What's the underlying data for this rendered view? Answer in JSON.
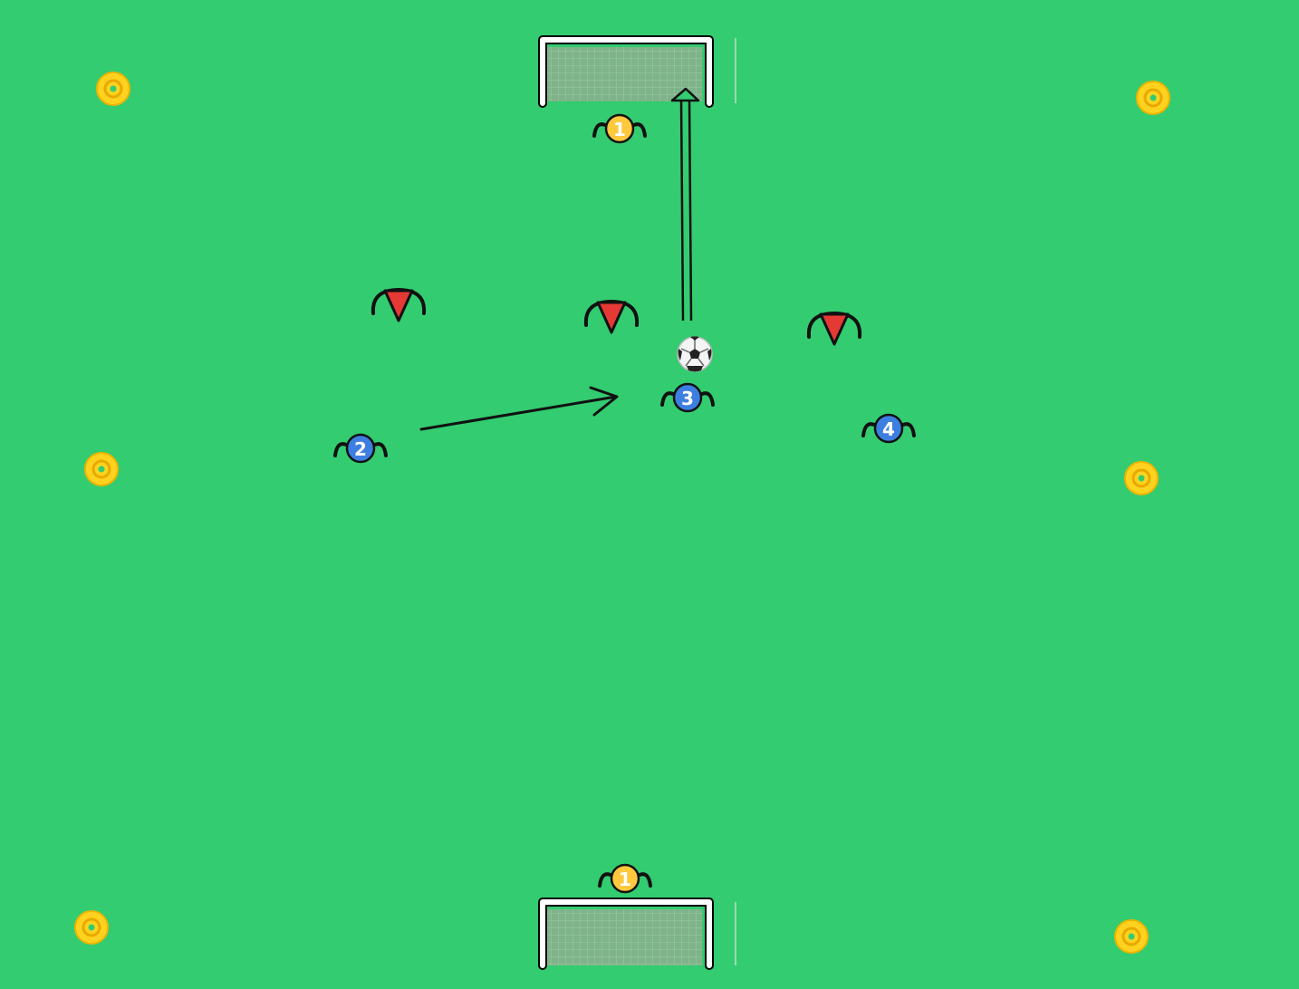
{
  "pitch_color": "#33cc70",
  "goals": [
    {
      "id": "top-goal",
      "side": "top"
    },
    {
      "id": "bottom-goal",
      "side": "bottom"
    }
  ],
  "cones": [
    {
      "id": "cone-top-left",
      "color": "#ffd21f"
    },
    {
      "id": "cone-top-right",
      "color": "#ffd21f"
    },
    {
      "id": "cone-mid-left",
      "color": "#ffd21f"
    },
    {
      "id": "cone-mid-right",
      "color": "#ffd21f"
    },
    {
      "id": "cone-bottom-left",
      "color": "#ffd21f"
    },
    {
      "id": "cone-bottom-right",
      "color": "#ffd21f"
    }
  ],
  "goalkeepers": [
    {
      "id": "goalkeeper-top",
      "number": "1",
      "color": "#ffc83d"
    },
    {
      "id": "goalkeeper-bottom",
      "number": "1",
      "color": "#ffc83d"
    }
  ],
  "defenders": [
    {
      "id": "defender-left",
      "color": "#e53935"
    },
    {
      "id": "defender-center",
      "color": "#e53935"
    },
    {
      "id": "defender-right",
      "color": "#e53935"
    }
  ],
  "attackers": [
    {
      "id": "attacker-2",
      "number": "2",
      "color": "#3d7fe0"
    },
    {
      "id": "attacker-3",
      "number": "3",
      "color": "#3d7fe0"
    },
    {
      "id": "attacker-4",
      "number": "4",
      "color": "#3d7fe0"
    }
  ],
  "ball": {
    "id": "ball",
    "icon": "soccer-ball-icon"
  },
  "arrows": [
    {
      "id": "pass-arrow",
      "type": "pass",
      "from": "attacker-2",
      "to": "attacker-3"
    },
    {
      "id": "shot-arrow",
      "type": "shot",
      "from": "ball",
      "to": "top-goal"
    }
  ]
}
